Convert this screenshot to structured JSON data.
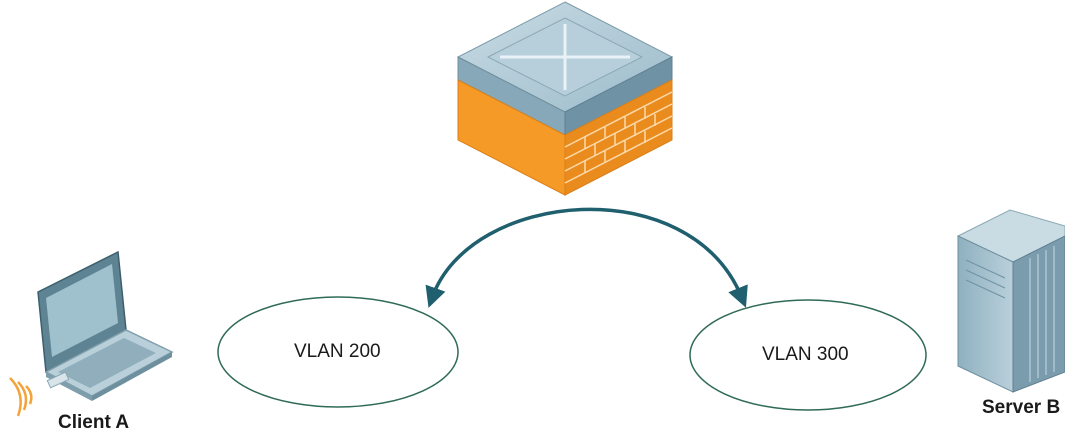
{
  "diagram": {
    "vlans": [
      {
        "label": "VLAN 200"
      },
      {
        "label": "VLAN 300"
      }
    ],
    "devices": {
      "client": {
        "label": "Client A",
        "icon": "laptop-icon"
      },
      "server": {
        "label": "Server B",
        "icon": "server-tower-icon"
      },
      "controller": {
        "icon": "firewall-controller-icon"
      }
    },
    "colors": {
      "arrow": "#1f5f6e",
      "ellipse_stroke": "#2f6b57",
      "firewall_brick": "#f59a27",
      "controller_top": "#a9c3cf",
      "wireless_signal": "#f2a33a"
    }
  }
}
